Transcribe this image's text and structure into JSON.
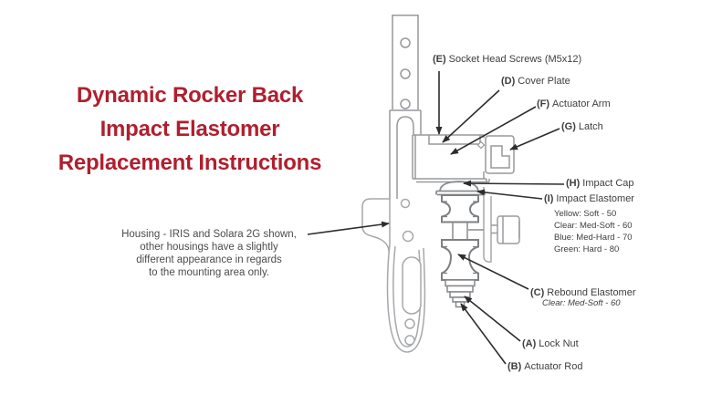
{
  "title": {
    "lines": [
      "Dynamic Rocker Back",
      "Impact Elastomer",
      "Replacement Instructions"
    ]
  },
  "housing_note": {
    "lines": [
      "Housing - IRIS and Solara 2G shown,",
      "other housings have a slightly",
      "different appearance in regards",
      "to the mounting area only."
    ]
  },
  "callouts": {
    "e": {
      "prefix": "(E)",
      "label": "Socket Head Screws (M5x12)"
    },
    "d": {
      "prefix": "(D)",
      "label": "Cover Plate"
    },
    "f": {
      "prefix": "(F)",
      "label": "Actuator Arm"
    },
    "g": {
      "prefix": "(G)",
      "label": "Latch"
    },
    "h": {
      "prefix": "(H)",
      "label": "Impact Cap"
    },
    "i": {
      "prefix": "(I)",
      "label": "Impact Elastomer",
      "durometer_options": [
        "Yellow: Soft - 50",
        "Clear: Med-Soft - 60",
        "Blue: Med-Hard - 70",
        "Green: Hard - 80"
      ]
    },
    "c": {
      "prefix": "(C)",
      "label": "Rebound Elastomer",
      "durometer": "Clear: Med-Soft - 60"
    },
    "a": {
      "prefix": "(A)",
      "label": "Lock Nut"
    },
    "b": {
      "prefix": "(B)",
      "label": "Actuator Rod"
    }
  },
  "colors": {
    "accent_red": "#b01f2e",
    "label_text": "#3d3e40",
    "line_gray": "#97999c",
    "line_light": "#a6a8ab",
    "elastomer_gray": "#7e8083",
    "arrow_dark": "#2d2d2f"
  }
}
